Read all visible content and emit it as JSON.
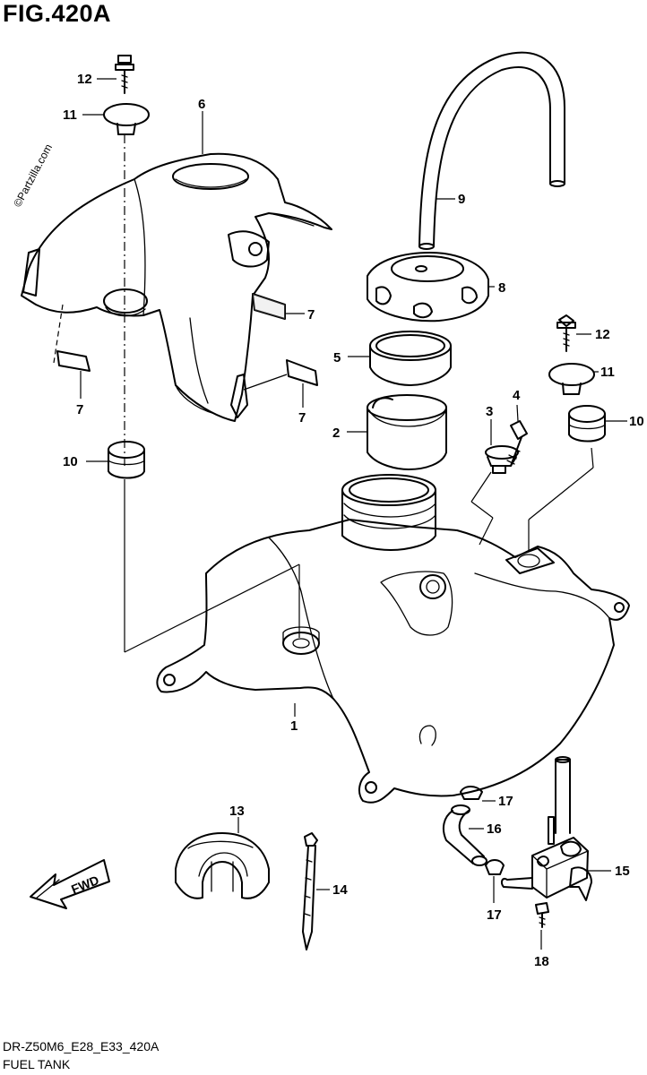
{
  "figure": {
    "title": "FIG.420A",
    "code": "DR-Z50M6_E28_E33_420A",
    "caption": "FUEL TANK",
    "watermark": "©Partzilla.com",
    "fwd_label": "FWD"
  },
  "callouts": [
    {
      "id": "c12a",
      "num": "12"
    },
    {
      "id": "c11a",
      "num": "11"
    },
    {
      "id": "c6",
      "num": "6"
    },
    {
      "id": "c9",
      "num": "9"
    },
    {
      "id": "c8",
      "num": "8"
    },
    {
      "id": "c7a",
      "num": "7"
    },
    {
      "id": "c7b",
      "num": "7"
    },
    {
      "id": "c7c",
      "num": "7"
    },
    {
      "id": "c5",
      "num": "5"
    },
    {
      "id": "c12b",
      "num": "12"
    },
    {
      "id": "c11b",
      "num": "11"
    },
    {
      "id": "c4",
      "num": "4"
    },
    {
      "id": "c3",
      "num": "3"
    },
    {
      "id": "c2",
      "num": "2"
    },
    {
      "id": "c10a",
      "num": "10"
    },
    {
      "id": "c10b",
      "num": "10"
    },
    {
      "id": "c1",
      "num": "1"
    },
    {
      "id": "c13",
      "num": "13"
    },
    {
      "id": "c17a",
      "num": "17"
    },
    {
      "id": "c16",
      "num": "16"
    },
    {
      "id": "c15",
      "num": "15"
    },
    {
      "id": "c14",
      "num": "14"
    },
    {
      "id": "c17b",
      "num": "17"
    },
    {
      "id": "c18",
      "num": "18"
    }
  ]
}
